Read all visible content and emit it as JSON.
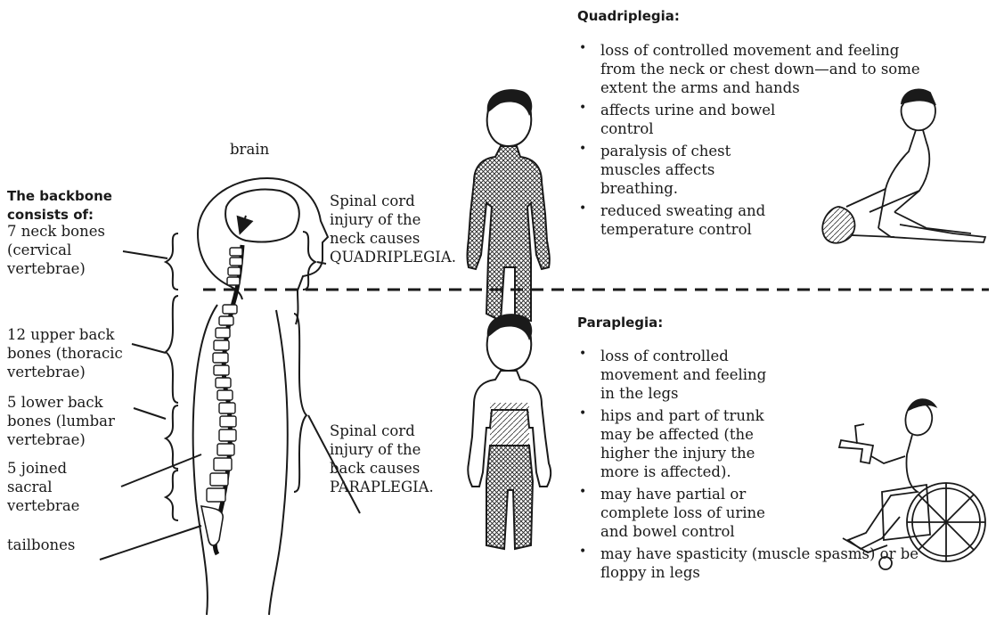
{
  "labels": {
    "brain": "brain",
    "backbone_heading": [
      "The backbone",
      "consists of:"
    ],
    "neck_bones": [
      "7 neck bones",
      "(cervical",
      "vertebrae)"
    ],
    "upper_back": [
      "12 upper back",
      "bones (thoracic",
      "vertebrae)"
    ],
    "lower_back": [
      "5 lower back",
      "bones (lumbar",
      "vertebrae)"
    ],
    "sacral": [
      "5 joined",
      "sacral",
      "vertebrae"
    ],
    "tailbones": "tailbones",
    "neck_injury": [
      "Spinal cord",
      "injury of the",
      "neck causes",
      "QUADRIPLEGIA."
    ],
    "back_injury": [
      "Spinal cord",
      "injury of the",
      "back causes",
      "PARAPLEGIA."
    ]
  },
  "quadriplegia": {
    "heading": "Quadriplegia:",
    "bullets": [
      [
        "loss of controlled movement and feeling",
        "from the neck or chest down—and to some",
        "extent the arms and hands"
      ],
      [
        "affects urine and bowel",
        "control"
      ],
      [
        "paralysis of chest",
        "muscles affects",
        "breathing."
      ],
      [
        "reduced sweating and",
        "temperature control"
      ]
    ]
  },
  "paraplegia": {
    "heading": "Paraplegia:",
    "bullets": [
      [
        "loss of controlled",
        "movement and feeling",
        "in the legs"
      ],
      [
        "hips and part of trunk",
        "may be affected (the",
        "higher the injury the",
        "more is affected)."
      ],
      [
        "may have partial or",
        "complete loss of urine",
        "and bowel control"
      ],
      [
        "may have spasticity (muscle spasms) or be",
        "floppy in legs"
      ]
    ]
  }
}
